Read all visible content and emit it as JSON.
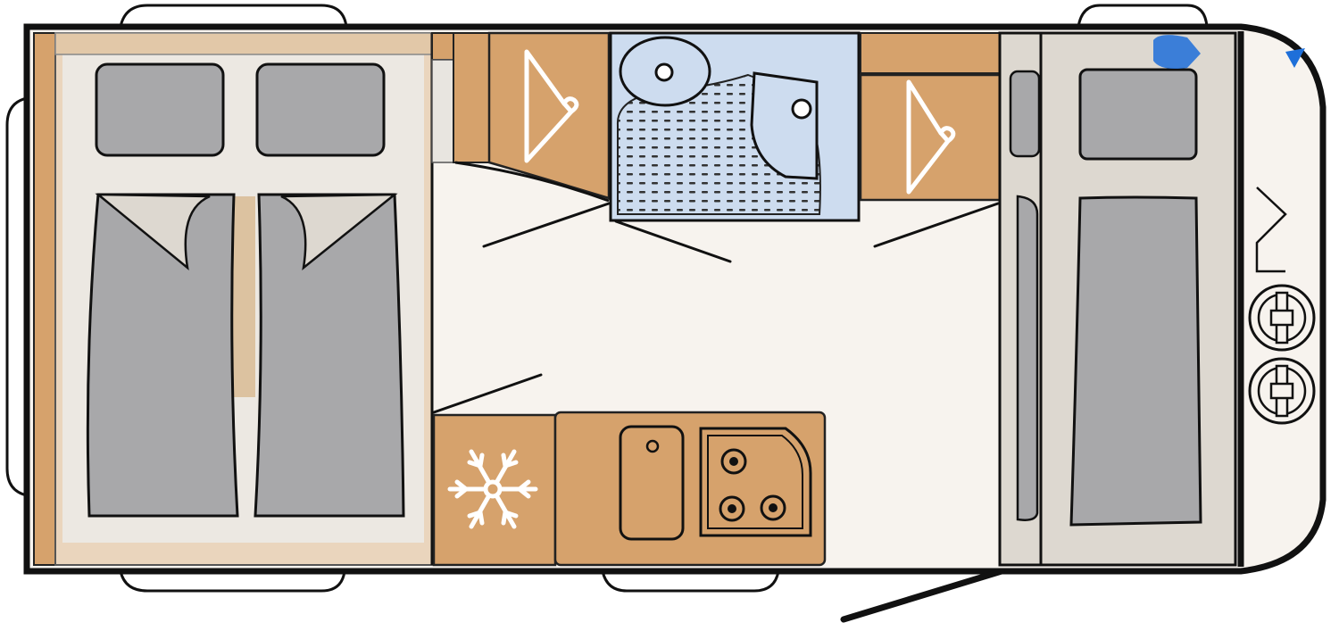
{
  "diagram": {
    "type": "caravan-floor-plan",
    "areas": [
      {
        "id": "rear-bedroom",
        "feature": "twin-single-beds",
        "beds": 2,
        "pillows": 2
      },
      {
        "id": "wardrobe-left",
        "feature": "clothes-hanger"
      },
      {
        "id": "washroom",
        "feature": "basin-and-shower"
      },
      {
        "id": "wardrobe-right",
        "feature": "clothes-hanger"
      },
      {
        "id": "kitchen",
        "feature": "sink-and-three-burner-hob",
        "burners": 3
      },
      {
        "id": "fridge",
        "feature": "snowflake-refrigerator"
      },
      {
        "id": "front-lounge",
        "feature": "bench-seating"
      },
      {
        "id": "entrance-door",
        "feature": "open-door"
      },
      {
        "id": "gas-locker",
        "feature": "two-gas-bottles",
        "count": 2
      }
    ],
    "icons": [
      "hanger-icon",
      "snowflake-icon",
      "bed-icon",
      "pillow-icon",
      "sink-icon",
      "hob-icon",
      "shower-icon",
      "gas-bottle-icon",
      "door-icon"
    ],
    "colors": {
      "outline": "#111111",
      "wood": "#d6a26c",
      "wood_light": "#ead5bd",
      "cushion": "#a8a8aa",
      "upholstery": "#ddd8d0",
      "floor": "#f7f3ee",
      "washroom": "#cddcef",
      "window": "#ffffff",
      "accent": "#1e6fd9"
    }
  }
}
